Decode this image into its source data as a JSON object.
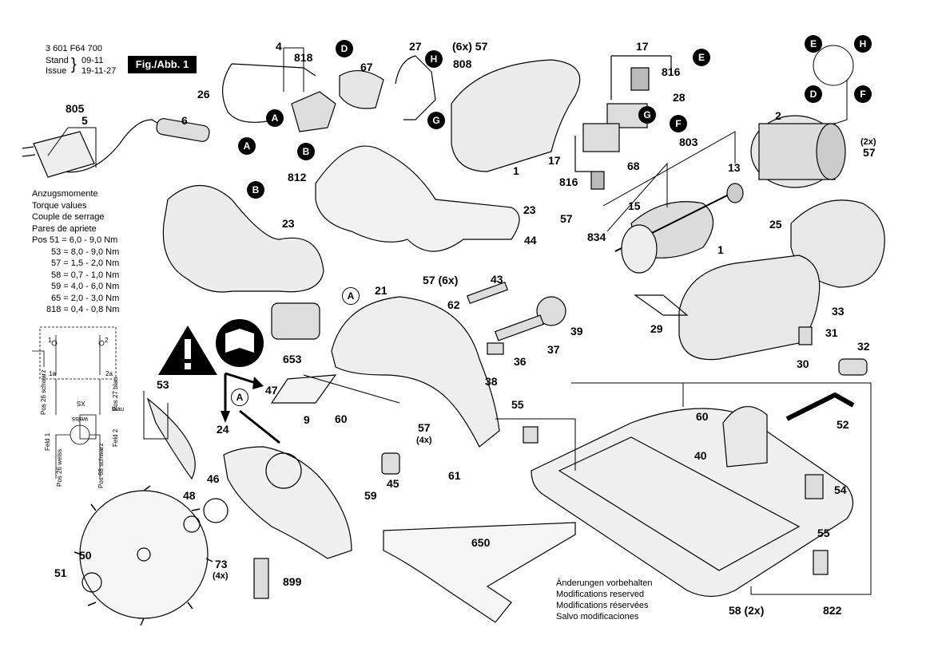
{
  "header": {
    "part_number": "3 601 F64 700",
    "stand_label": "Stand",
    "issue_label": "Issue",
    "date1": "09-11",
    "date2": "19-11-27",
    "figure_label": "Fig./Abb. 1"
  },
  "torque": {
    "lines": [
      "Anzugsmomente",
      "Torque values",
      "Couple de serrage",
      "Pares de apriete",
      "Pos 51 = 6,0 - 9,0 Nm",
      "53 = 8,0 - 9,0 Nm",
      "57 = 1,5 - 2,0 Nm",
      "58 = 0,7 - 1,0 Nm",
      "59 = 4,0 - 6,0 Nm",
      "65 = 2,0 - 3,0 Nm",
      "818 = 0,4 - 0,8 Nm"
    ]
  },
  "notes": {
    "lines": [
      "Änderungen vorbehalten",
      "Modifications reserved",
      "Modifications réservées",
      "Salvo modificaciones"
    ]
  },
  "wiring": {
    "labels": [
      "Pos 26 schwarz",
      "Pos 27 blau",
      "Feld 1",
      "Feld 2",
      "Pos 26 weiss",
      "Pos 68 schwarz",
      "1a",
      "2a",
      "XS",
      "weiss",
      "blau",
      "1",
      "2"
    ]
  },
  "parts": {
    "p805": "805",
    "p5": "5",
    "p6": "6",
    "p4": "4",
    "p818": "818",
    "p26": "26",
    "p67": "67",
    "p27": "27",
    "p57a": "(6x) 57",
    "p808": "808",
    "p1a": "1",
    "p17a": "17",
    "p816a": "816",
    "p28": "28",
    "p17b": "17",
    "p816b": "816",
    "p68": "68",
    "p2": "2",
    "p57b": "(2x)",
    "p57c": "57",
    "p13": "13",
    "p803": "803",
    "p15": "15",
    "p834": "834",
    "p25": "25",
    "p812": "812",
    "p23a": "23",
    "p23b": "23",
    "p57d": "57 (6x)",
    "p57e": "57",
    "p44": "44",
    "p43": "43",
    "p62": "62",
    "p1b": "1",
    "p33": "33",
    "p653": "653",
    "p21": "21",
    "p39": "39",
    "p37": "37",
    "p36": "36",
    "p38": "38",
    "p29": "29",
    "p31": "31",
    "p32": "32",
    "p30": "30",
    "p53": "53",
    "p47": "47",
    "p9": "9",
    "p60a": "60",
    "p57f": "57",
    "p57g": "(4x)",
    "p55a": "55",
    "p60b": "60",
    "p52": "52",
    "p24": "24",
    "p40": "40",
    "p46": "46",
    "p48": "48",
    "p59": "59",
    "p45": "45",
    "p61": "61",
    "p54": "54",
    "p55b": "55",
    "p50": "50",
    "p73": "73",
    "p73q": "(4x)",
    "p650": "650",
    "p51": "51",
    "p899": "899",
    "p58": "58 (2x)",
    "p822": "822"
  },
  "markers": {
    "E1": "E",
    "H1": "H",
    "D1": "D",
    "F1": "F",
    "D2": "D",
    "H2": "H",
    "E2": "E",
    "F2": "F",
    "G1": "G",
    "G2": "G",
    "A1": "A",
    "A2": "A",
    "B1": "B",
    "B2": "B",
    "A3": "A",
    "A4": "A"
  },
  "colors": {
    "ink": "#000000",
    "paper": "#ffffff",
    "shade": "#d8d8d8"
  }
}
